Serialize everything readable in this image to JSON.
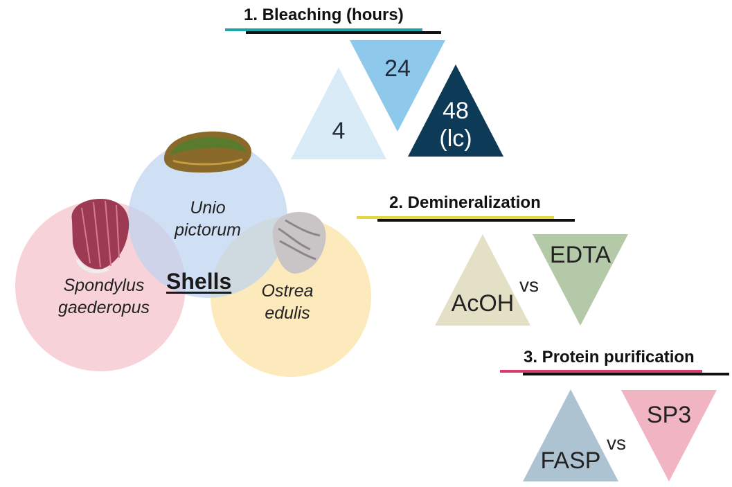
{
  "steps": {
    "bleaching": {
      "title": "1. Bleaching (hours)",
      "accent": "#1aa5a8",
      "options": [
        {
          "label": "4",
          "color": "#d8ebf7"
        },
        {
          "label": "24",
          "color": "#8ec9ec"
        },
        {
          "label_line1": "48",
          "label_line2": "(lc)",
          "color": "#0d3a56"
        }
      ]
    },
    "demineralization": {
      "title": "2. Demineralization",
      "accent": "#e6d641",
      "options": [
        {
          "label": "AcOH",
          "color": "#e4e0c6"
        },
        {
          "label": "EDTA",
          "color": "#b3c9a8"
        }
      ],
      "separator": "vs"
    },
    "purification": {
      "title": "3. Protein purification",
      "accent": "#d73c6a",
      "options": [
        {
          "label": "FASP",
          "color": "#aec3d2"
        },
        {
          "label": "SP3",
          "color": "#f1b4c2"
        }
      ],
      "separator": "vs"
    }
  },
  "shells": {
    "title": "Shells",
    "species": [
      {
        "line1": "Unio",
        "line2": "pictorum",
        "circle_color": "#bcd3ef",
        "icon": "unio-shell-icon"
      },
      {
        "line1": "Spondylus",
        "line2": "gaederopus",
        "circle_color": "#f6c7d0",
        "icon": "spondylus-shell-icon"
      },
      {
        "line1": "Ostrea",
        "line2": "edulis",
        "circle_color": "#fbe3a6",
        "icon": "ostrea-shell-icon"
      }
    ]
  }
}
